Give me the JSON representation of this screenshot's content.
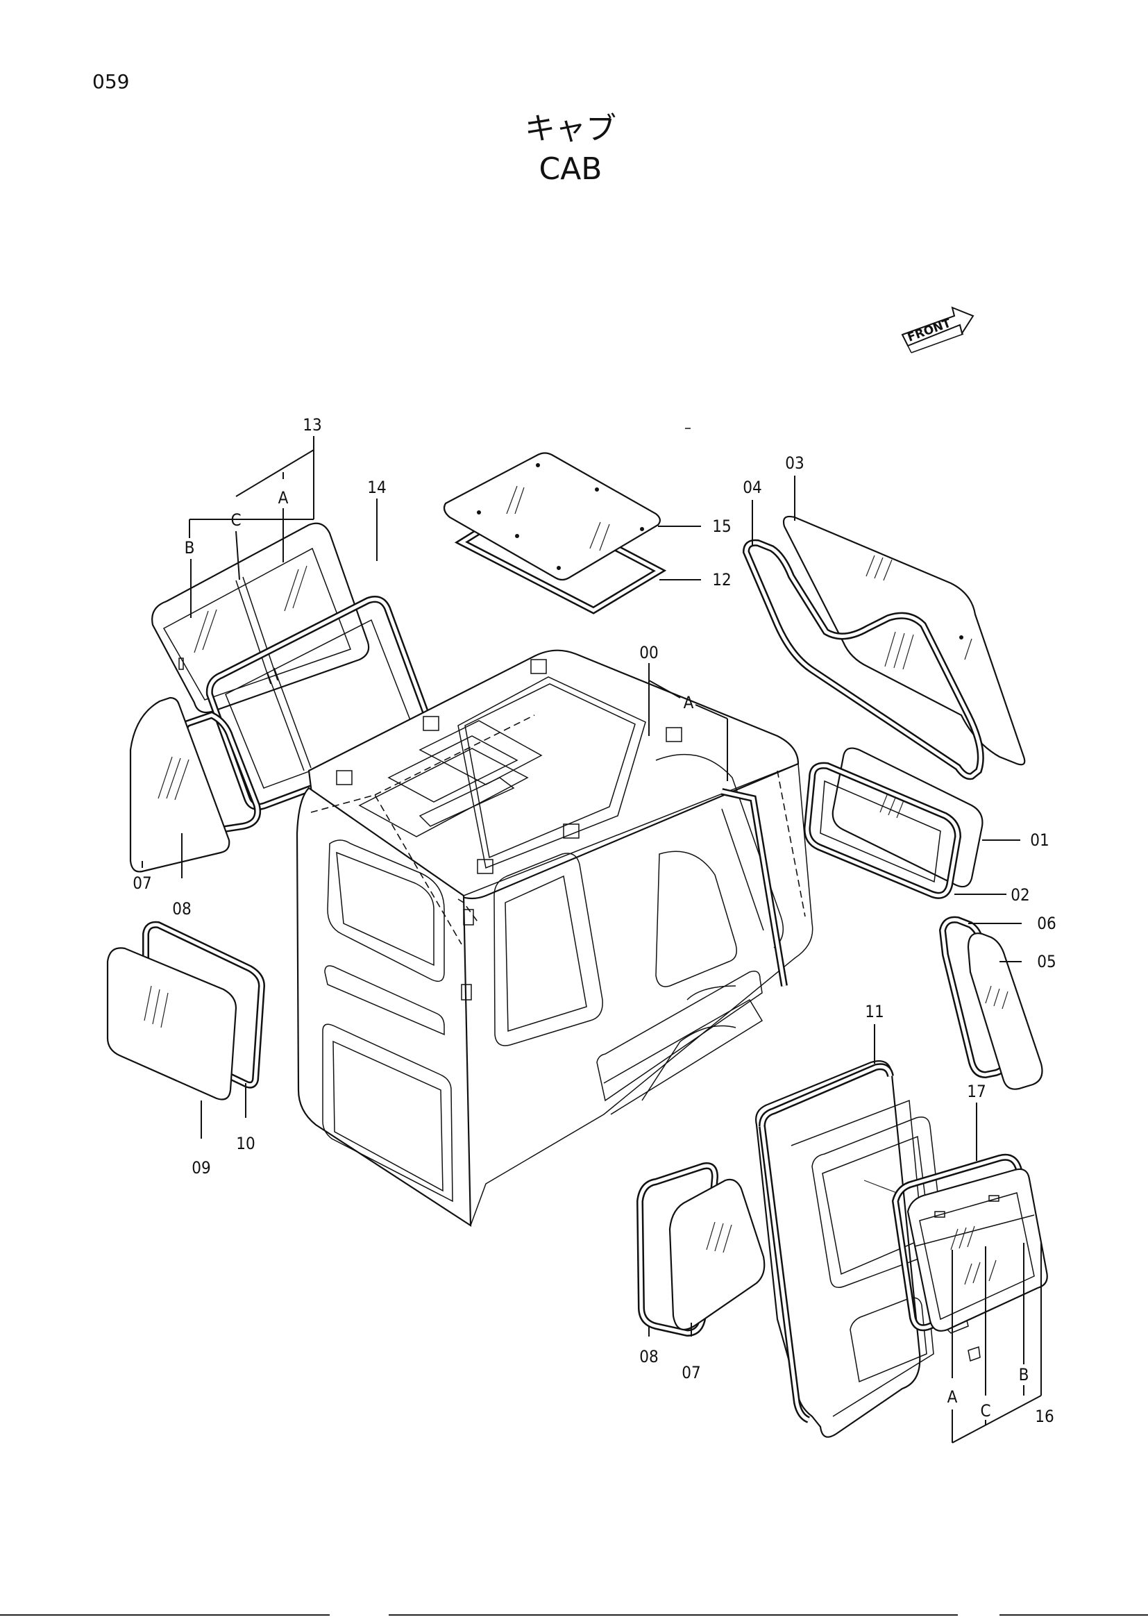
{
  "page": {
    "number": "059",
    "title_jp": "キャブ",
    "title_en": "CAB",
    "front_marker": "FRONT"
  },
  "callouts": {
    "c00": "00",
    "c01": "01",
    "c02": "02",
    "c03": "03",
    "c04": "04",
    "c05": "05",
    "c06": "06",
    "c07_left": "07",
    "c07_bottom": "07",
    "c08_left": "08",
    "c08_bottom": "08",
    "c09": "09",
    "c10": "10",
    "c11": "11",
    "c12": "12",
    "c13": "13",
    "c14": "14",
    "c15": "15",
    "c16": "16",
    "c17": "17"
  },
  "sub_labels": {
    "upper_left_A": "A",
    "upper_left_B": "B",
    "upper_left_C": "C",
    "cab_A": "A",
    "lower_right_A": "A",
    "lower_right_B": "B",
    "lower_right_C": "C"
  }
}
